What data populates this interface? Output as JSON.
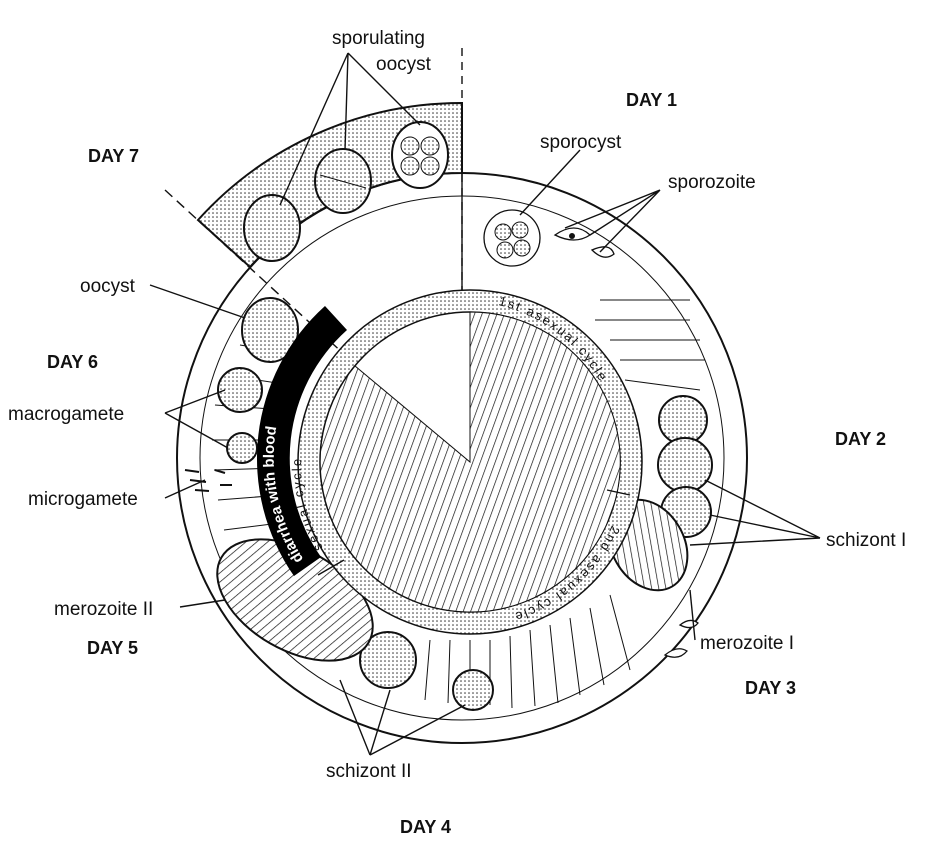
{
  "title": "Coccidia life cycle",
  "days": [
    "DAY 1",
    "DAY 2",
    "DAY 3",
    "DAY 4",
    "DAY 5",
    "DAY 6",
    "DAY 7"
  ],
  "labels": {
    "sporulating_oocyst": [
      "sporulating",
      "oocyst"
    ],
    "sporocyst": "sporocyst",
    "sporozoite": "sporozoite",
    "schizont_1": "schizont I",
    "merozoite_1": "merozoite I",
    "schizont_2": "schizont II",
    "merozoite_2": "merozoite II",
    "microgamete": "microgamete",
    "macrogamete": "macrogamete",
    "oocyst": "oocyst"
  },
  "ring": {
    "first_cycle": "1st asexual cycle",
    "second_cycle": "2nd asexual cycle",
    "sexual_cycle": "sexual cycle",
    "symptom": "diarrhea with blood"
  }
}
